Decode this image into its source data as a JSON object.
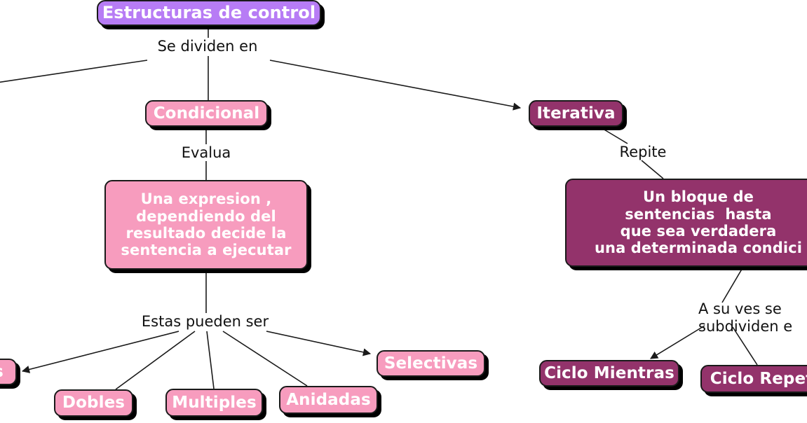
{
  "diagram": {
    "title": "Estructuras de control",
    "colors": {
      "root_fill": "#b77cf5",
      "pink_fill": "#f79cbe",
      "dark_fill": "#93336b",
      "node_text": "#ffffff",
      "label_text": "#111111",
      "edge": "#1a1a1a",
      "background": "#ffffff"
    },
    "nodes": {
      "root": "Estructuras de control",
      "condicional": "Condicional",
      "iterativa": "Iterativa",
      "expresion": "Una expresion ,\ndependiendo del\nresultado decide la\nsentencia a ejecutar",
      "bloque": "Un bloque de\nsentencias  hasta\nque sea verdadera\nuna determinada condici",
      "simples": "s",
      "dobles": "Dobles",
      "multiples": "Multiples",
      "anidadas": "Anidadas",
      "selectivas": "Selectivas",
      "ciclo_mientras": "Ciclo Mientras",
      "ciclo_repetir": "Ciclo Repet"
    },
    "labels": {
      "se_dividen_en": "Se dividen en",
      "evalua": "Evalua",
      "repite": "Repite",
      "estas_pueden_ser": "Estas pueden ser",
      "a_su_ves": "A su ves se\nsubdividen e"
    }
  }
}
